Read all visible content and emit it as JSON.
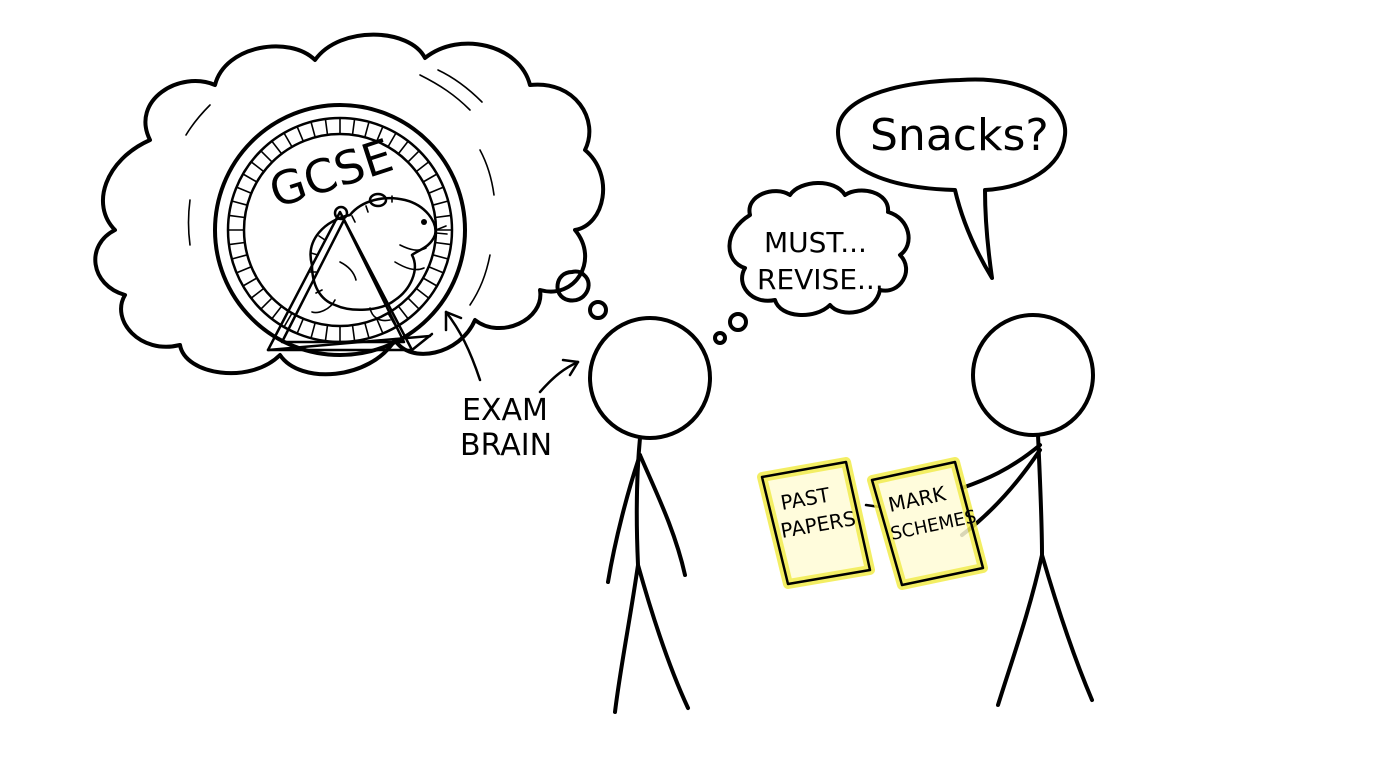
{
  "thought_bubble": {
    "wheel_label": "GCSE"
  },
  "annotation": {
    "line1": "EXAM",
    "line2": "BRAIN"
  },
  "small_thought": {
    "line1": "MUST...",
    "line2": "REVISE..."
  },
  "speech": {
    "text": "Snacks?"
  },
  "papers": {
    "left": {
      "line1": "PAST",
      "line2": "PAPERS"
    },
    "right": {
      "line1": "MARK",
      "line2": "SCHEMES"
    }
  },
  "colors": {
    "ink": "#000000",
    "paper_fill": "#fffcd6",
    "paper_glow": "#f2ec4a"
  },
  "icons": [
    "hamster-icon",
    "hamster-wheel-icon"
  ]
}
